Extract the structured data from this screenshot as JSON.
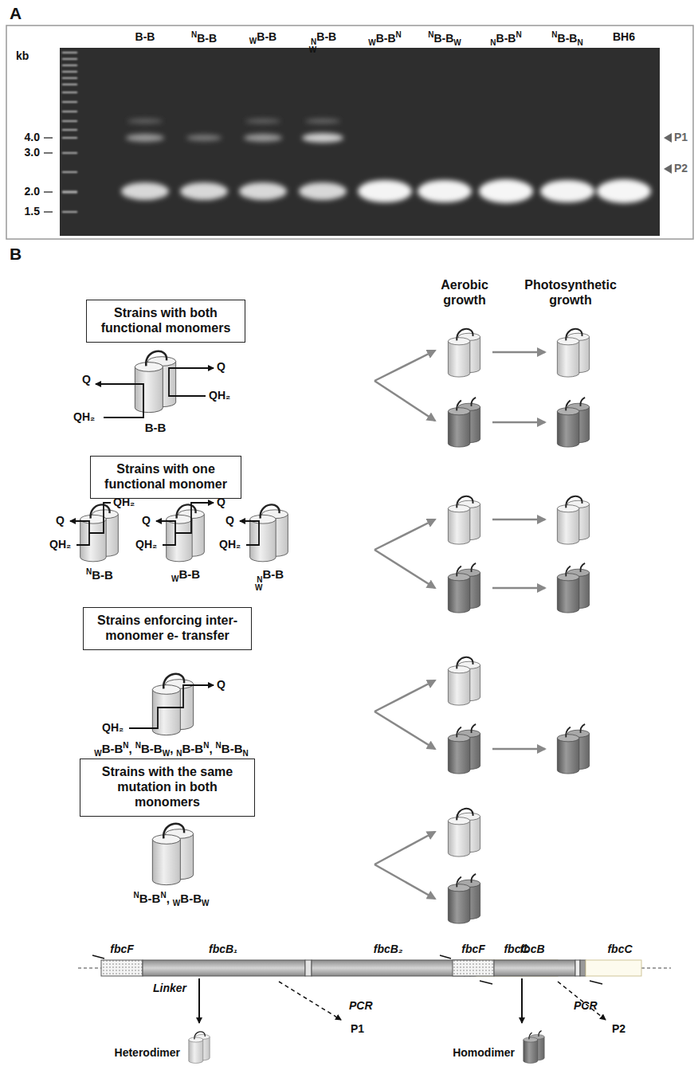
{
  "diagram": {
    "nodes": [
      {
        "text": [
          "Strains with both functional monomers"
        ]
      },
      {
        "text": [
          "Strains with one functional monomer"
        ]
      },
      {
        "text": [
          "Strains enforcing inter-monomer e- transfer"
        ]
      },
      {
        "text": [
          "Strains with the same mutation in both monomers"
        ]
      }
    ],
    "labels": [
      "A",
      "kb",
      "4.0",
      "3.0",
      "2.0",
      "1.5",
      "B-B",
      "N",
      "B-B",
      "W",
      "B-B",
      "N",
      "W",
      "B-B",
      "W",
      "B-B",
      "N",
      "N",
      "B-B",
      "W",
      "N",
      "B-B",
      "N",
      "N",
      "B-B",
      "N",
      "BH6",
      "P1",
      "P2",
      "B",
      "Aerobic growth",
      "Photosynthetic growth",
      "Q",
      "QH₂",
      "Q",
      "QH₂",
      "B-B",
      "Q",
      "QH₂",
      "QH₂",
      "N",
      "B-B",
      "Q",
      "QH₂",
      "Q",
      "W",
      "B-B",
      "Q",
      "QH₂",
      "N",
      "W",
      "B-B",
      "QH₂",
      "Q",
      "W",
      "B-B",
      "N",
      ",",
      "N",
      "B-B",
      "W",
      ",",
      "N",
      "B-B",
      "N",
      ",",
      "N",
      "B-B",
      "N",
      "N",
      "B-B",
      "N",
      ",",
      "W",
      "B-B",
      "W",
      "fbcF",
      "fbcB₁",
      "fbcB₂",
      "fbcC",
      "Linker",
      "PCR",
      "P1",
      "Heterodimer",
      "fbcF",
      "fbcB",
      "fbcC",
      "PCR",
      "P2",
      "Homodimer"
    ]
  }
}
